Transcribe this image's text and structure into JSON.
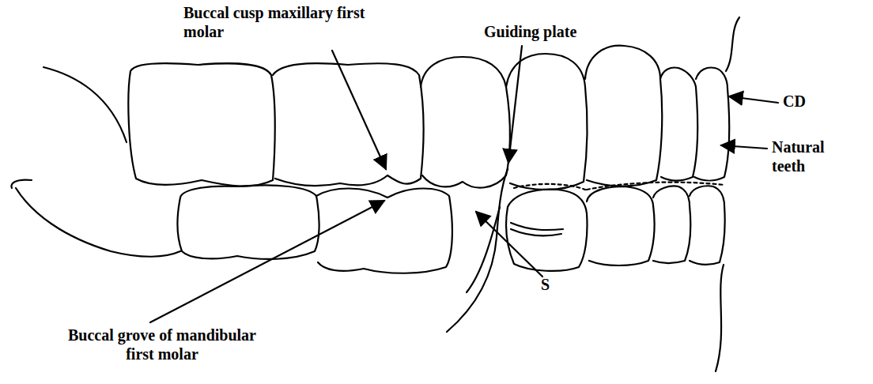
{
  "diagram": {
    "labels": [
      "Buccal cusp maxillary first molar",
      "Guiding plate",
      "CD",
      "Natural teeth",
      "S",
      "Buccal grove of mandibular first molar"
    ]
  }
}
